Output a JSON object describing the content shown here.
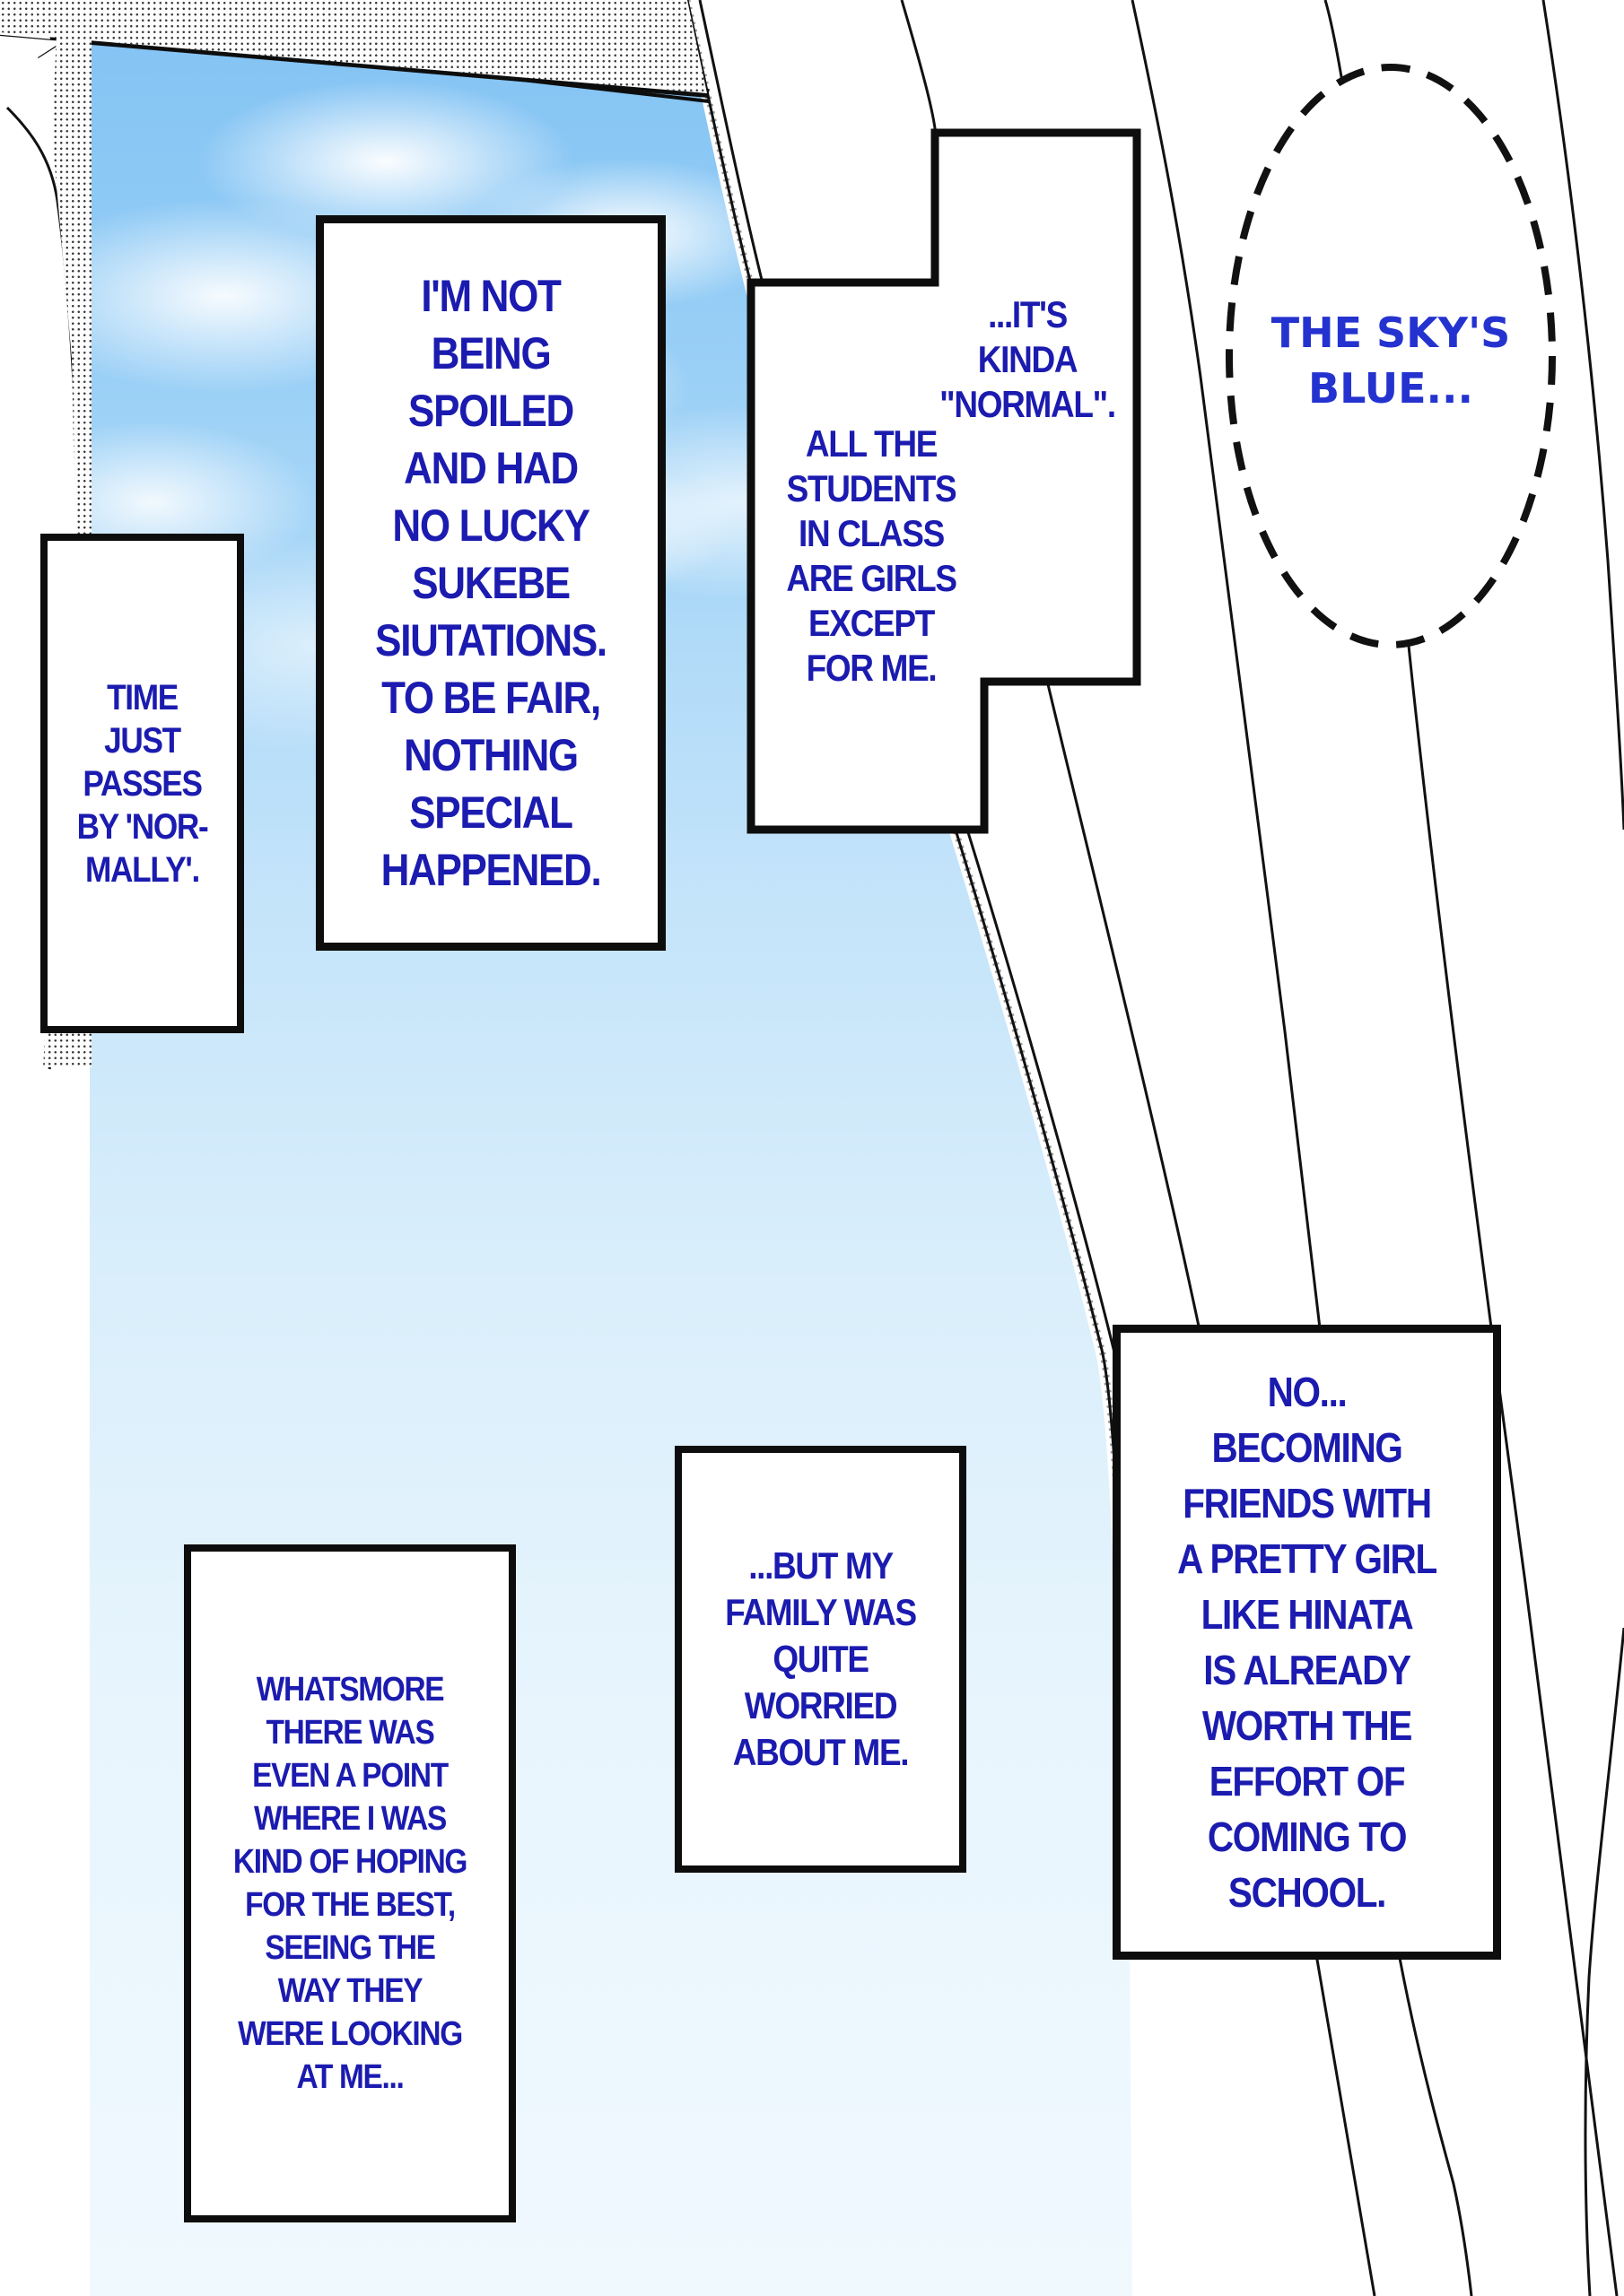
{
  "meta": {
    "kind": "manga-page",
    "language": "en"
  },
  "colors": {
    "caption-blue": "#1b1bb0",
    "bubble-blue": "#2433cf",
    "line-black": "#0d0d0d",
    "sky-top": "#82c2f3",
    "sky-bottom": "#f0f9fe",
    "curtain-white": "#ffffff"
  },
  "captions": {
    "time": "TIME\nJUST\nPASSES\nBY 'NOR-\nMALLY'.",
    "spoiled": "I'M NOT\nBEING\nSPOILED\nAND HAD\nNO LUCKY\nSUKEBE\nSIUTATIONS.\nTO BE FAIR,\nNOTHING\nSPECIAL\nHAPPENED.",
    "normal_top": "...IT'S\nKINDA\n\"NORMAL\".",
    "normal_bottom": "ALL THE\nSTUDENTS\nIN CLASS\nARE GIRLS\nEXCEPT\nFOR ME.",
    "family": "...BUT MY\nFAMILY WAS\nQUITE\nWORRIED\nABOUT ME.",
    "whatsmore": "WHATSMORE\nTHERE WAS\nEVEN A POINT\nWHERE I WAS\nKIND OF HOPING\nFOR THE BEST,\nSEEING THE\nWAY THEY\nWERE LOOKING\nAT ME...",
    "hinata": "NO...\nBECOMING\nFRIENDS WITH\nA PRETTY GIRL\nLIKE HINATA\nIS ALREADY\nWORTH THE\nEFFORT OF\nCOMING TO\nSCHOOL."
  },
  "bubble": {
    "text": "THE SKY'S\nBLUE..."
  }
}
